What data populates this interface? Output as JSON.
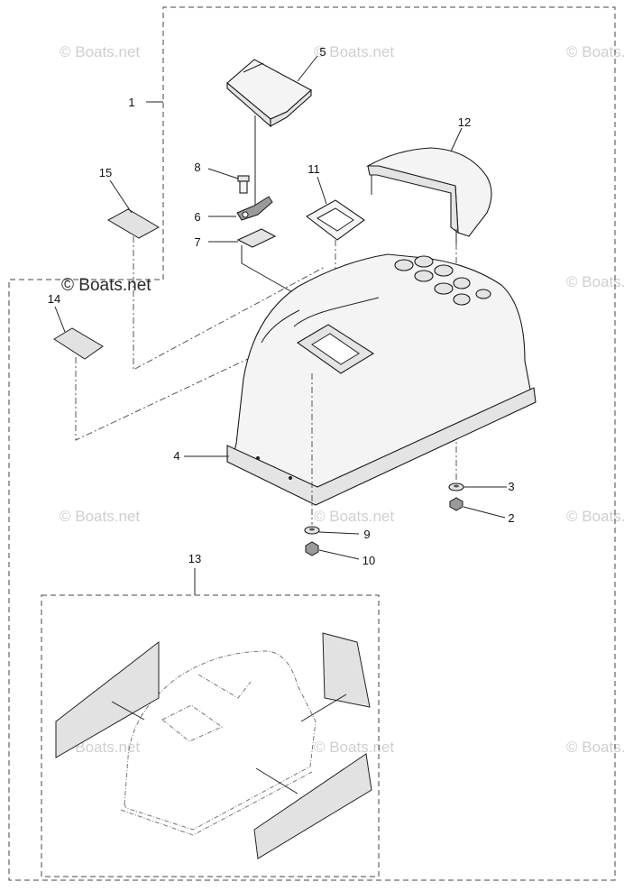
{
  "watermark": {
    "text": "© Boats.net"
  },
  "callouts": [
    {
      "id": "1",
      "label": "1"
    },
    {
      "id": "2",
      "label": "2"
    },
    {
      "id": "3",
      "label": "3"
    },
    {
      "id": "4",
      "label": "4"
    },
    {
      "id": "5",
      "label": "5"
    },
    {
      "id": "6",
      "label": "6"
    },
    {
      "id": "7",
      "label": "7"
    },
    {
      "id": "8",
      "label": "8"
    },
    {
      "id": "9",
      "label": "9"
    },
    {
      "id": "10",
      "label": "10"
    },
    {
      "id": "11",
      "label": "11"
    },
    {
      "id": "12",
      "label": "12"
    },
    {
      "id": "13",
      "label": "13"
    },
    {
      "id": "14",
      "label": "14"
    },
    {
      "id": "15",
      "label": "15"
    }
  ]
}
